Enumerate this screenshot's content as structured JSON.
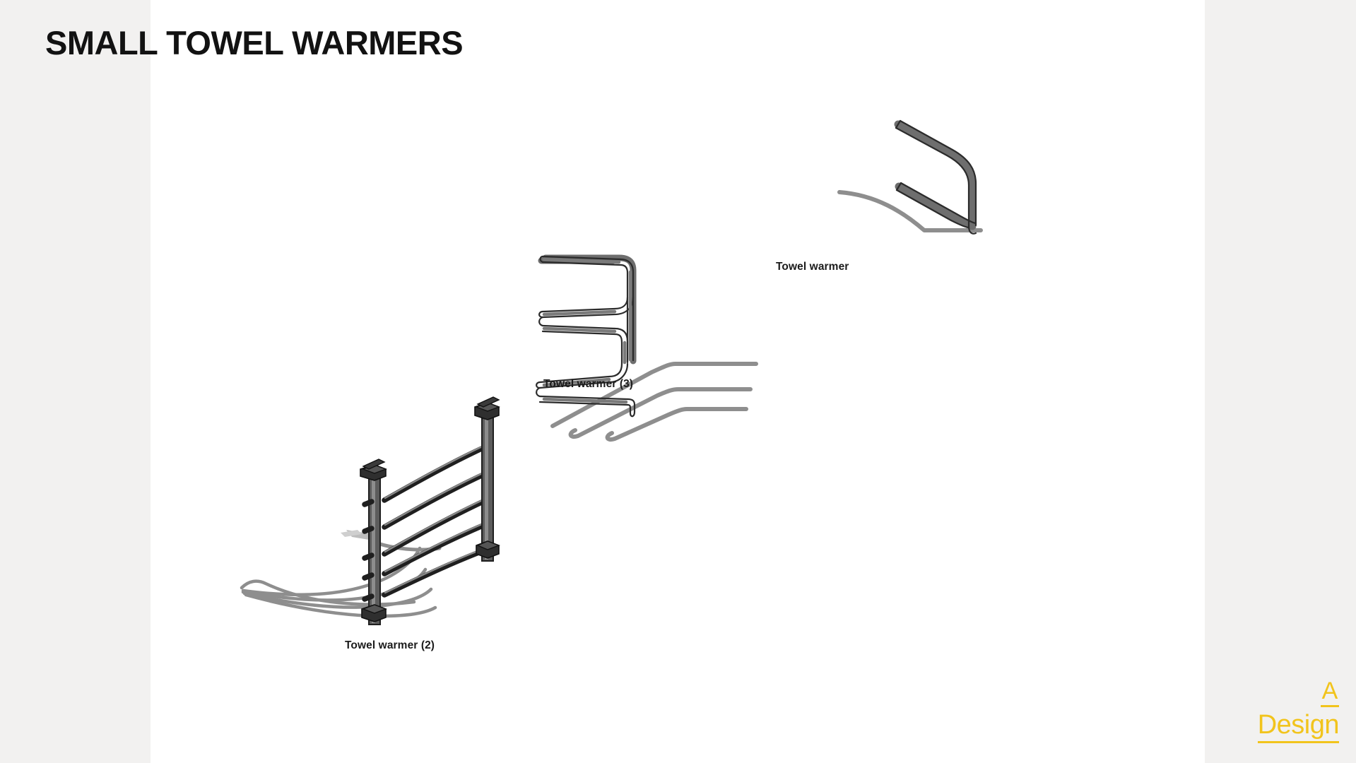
{
  "slide": {
    "title": "SMALL TOWEL WARMERS",
    "background_color": "#f2f1f0",
    "canvas_color": "#ffffff"
  },
  "models": [
    {
      "id": "towel-warmer-1",
      "label": "Towel warmer",
      "type": "single-u-rail",
      "rail_count": 1,
      "line_color": "#2b2b2b",
      "body_color": "#6e6e6e",
      "shadow_color": "#8e8e8e"
    },
    {
      "id": "towel-warmer-3",
      "label": "Towel warmer (3)",
      "type": "serpentine",
      "rail_count": 3,
      "line_color": "#2b2b2b",
      "body_color": "#6e6e6e",
      "shadow_color": "#8e8e8e"
    },
    {
      "id": "towel-warmer-2",
      "label": "Towel warmer (2)",
      "type": "ladder-curved-rails",
      "rail_count": 5,
      "post_count": 2,
      "line_color": "#2b2b2b",
      "body_color": "#5c5c5c",
      "shadow_color": "#8e8e8e"
    }
  ],
  "logo": {
    "line1": "A",
    "line2": "Design",
    "color": "#f2c41c"
  }
}
